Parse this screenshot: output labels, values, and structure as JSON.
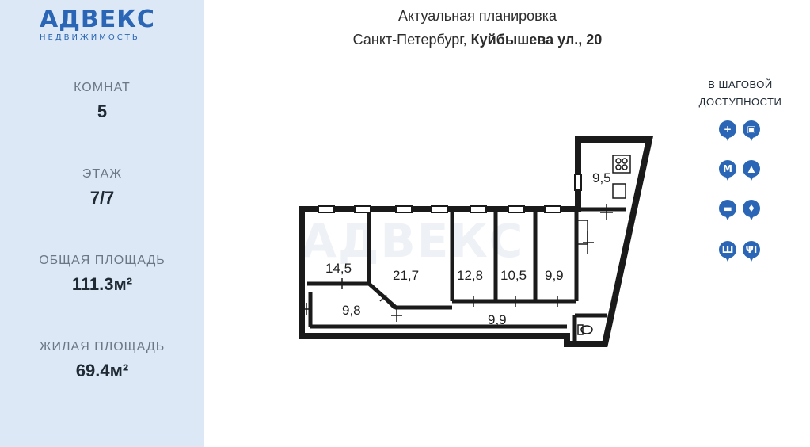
{
  "logo": {
    "name": "АДВЕКС",
    "sub": "НЕДВИЖИМОСТЬ"
  },
  "stats": [
    {
      "label": "КОМНАТ",
      "value": "5"
    },
    {
      "label": "ЭТАЖ",
      "value": "7/7"
    },
    {
      "label": "ОБЩАЯ ПЛОЩАДЬ",
      "value": "111.3м²"
    },
    {
      "label": "ЖИЛАЯ ПЛОЩАДЬ",
      "value": "69.4м²"
    }
  ],
  "header": {
    "title": "Актуальная планировка",
    "city": "Санкт-Петербург,",
    "address": "Куйбышева ул., 20"
  },
  "walking": {
    "title_line1": "В ШАГОВОЙ",
    "title_line2": "ДОСТУПНОСТИ",
    "icons": [
      "hospital-icon",
      "bus-icon",
      "metro-icon",
      "school-icon",
      "shopping-icon",
      "fitness-icon",
      "museum-icon",
      "restaurant-icon"
    ]
  },
  "plan": {
    "rooms": [
      "9,5",
      "14,5",
      "21,7",
      "12,8",
      "10,5",
      "9,9",
      "9,8",
      "9,9"
    ]
  },
  "colors": {
    "sidebar": "#dce8f5",
    "brand": "#2a66b5",
    "wall": "#1a1a1a"
  }
}
